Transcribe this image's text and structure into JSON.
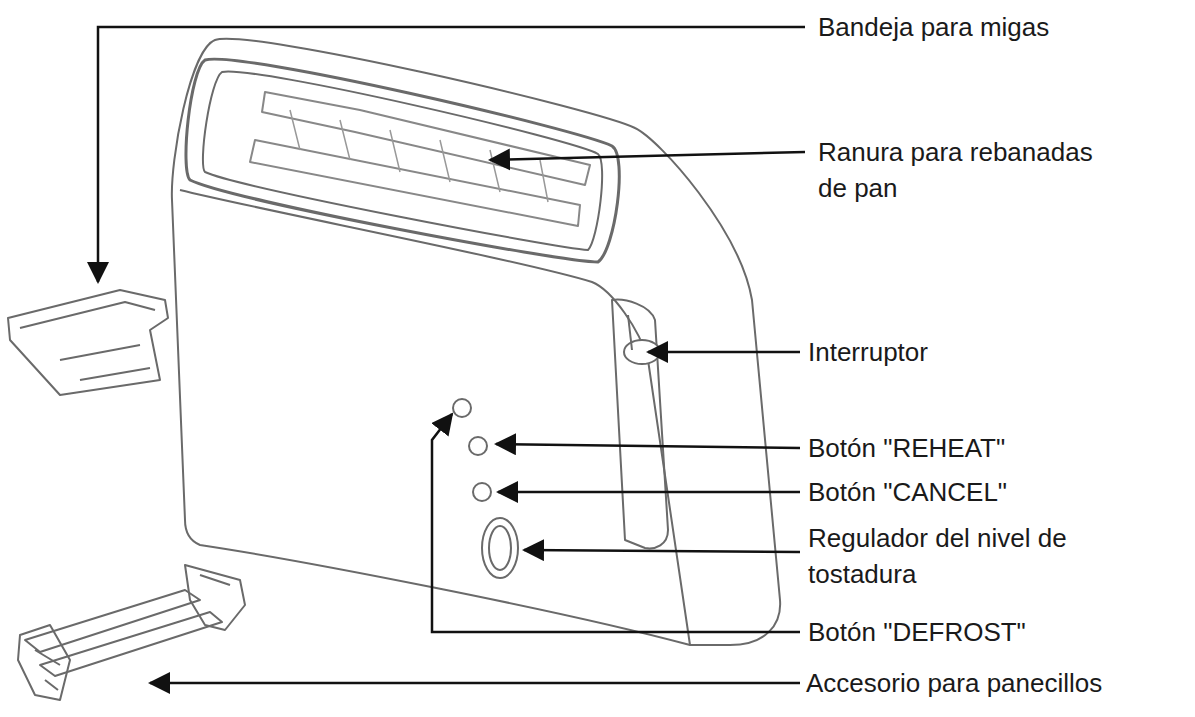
{
  "diagram": {
    "labels": [
      "Bandeja para migas",
      "Ranura para rebanadas de pan",
      "Interruptor",
      "Botón \"REHEAT\"",
      "Botón \"CANCEL\"",
      "Regulador del nivel de tostadura",
      "Botón \"DEFROST\"",
      "Accesorio para panecillos"
    ]
  }
}
